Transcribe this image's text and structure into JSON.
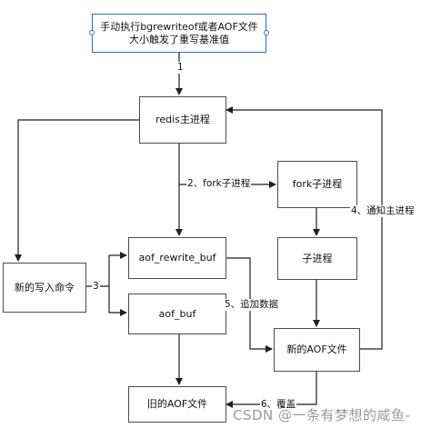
{
  "nodes": {
    "trigger": "手动执行bgrewriteof或者AOF文件大小触发了重写基准值",
    "redis_main": "redis主进程",
    "fork_child": "fork子进程",
    "child": "子进程",
    "new_write_cmd": "新的写入命令",
    "aof_rewrite_buf": "aof_rewrite_buf",
    "aof_buf": "aof_buf",
    "new_aof_file": "新的AOF文件",
    "old_aof_file": "旧的AOF文件"
  },
  "edges": {
    "e1": "1",
    "e2": "2、fork子进程",
    "e3": "3",
    "e4": "4、通知主进程",
    "e5": "5、追加数据",
    "e6": "6、覆盖"
  },
  "watermark": "CSDN @一条有梦想的咸鱼-",
  "colors": {
    "line": "#1f1f1f",
    "border": "#4d4d4d",
    "selection": "#2f6bd6"
  }
}
